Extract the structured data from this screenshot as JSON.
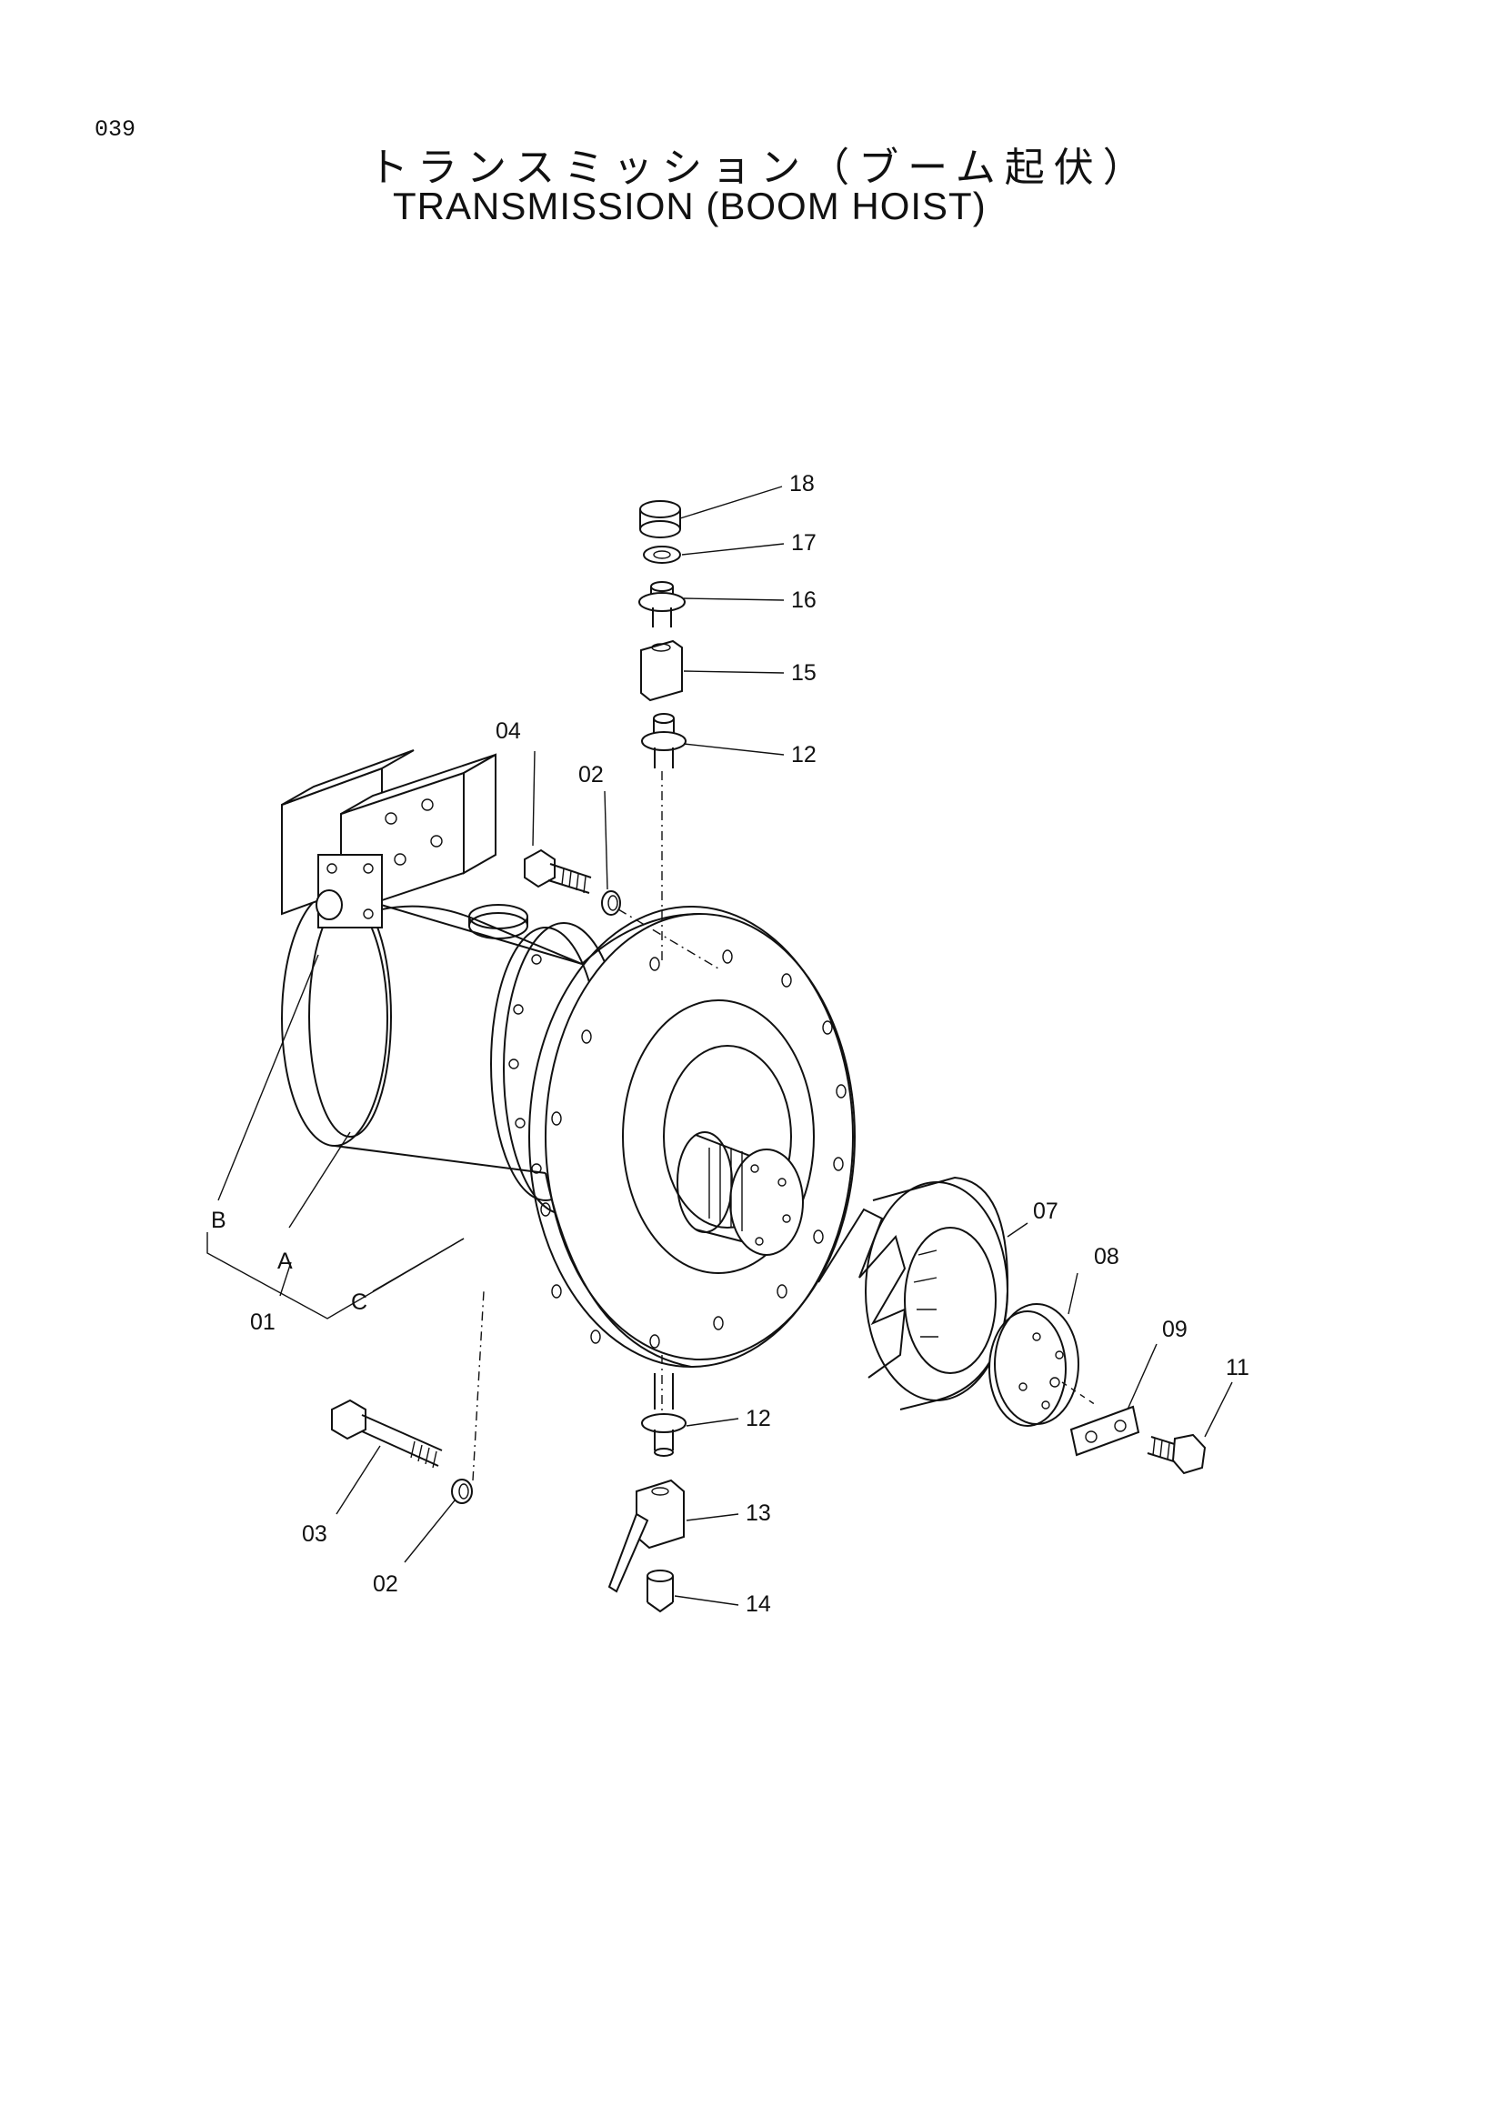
{
  "page_number": "039",
  "title_jp": "トランスミッション（ブーム起伏）",
  "title_en": "TRANSMISSION (BOOM HOIST)",
  "callouts": {
    "p18": "18",
    "p17": "17",
    "p16": "16",
    "p15": "15",
    "p12_top": "12",
    "p04": "04",
    "p02_top": "02",
    "p07": "07",
    "p08": "08",
    "p09": "09",
    "p11": "11",
    "pB": "B",
    "pA": "A",
    "pC": "C",
    "p01": "01",
    "p03": "03",
    "p02_bottom": "02",
    "p12_bottom": "12",
    "p13": "13",
    "p14": "14"
  }
}
